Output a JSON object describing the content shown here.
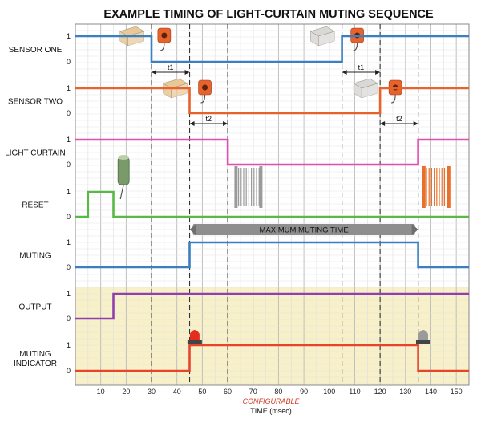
{
  "title": "EXAMPLE TIMING OF LIGHT-CURTAIN MUTING SEQUENCE",
  "chart_data": {
    "type": "line",
    "xlim": [
      0,
      155
    ],
    "x_ticks": [
      10,
      20,
      30,
      40,
      50,
      60,
      70,
      80,
      90,
      100,
      110,
      120,
      130,
      140,
      150
    ],
    "x_major_grid": 10,
    "x_minor_grid": 5,
    "xlabel_configurable": "CONFIGURABLE",
    "xlabel": "TIME (msec)",
    "level_labels": [
      "1",
      "0"
    ],
    "highlight_region": {
      "from_row": "output",
      "color": "#f7f0c8"
    },
    "guides": [
      30,
      45,
      60,
      105,
      120,
      135
    ],
    "signals": [
      {
        "id": "sensor_one",
        "name": "SENSOR ONE",
        "color": "#3a7fc1",
        "points": [
          [
            0,
            1
          ],
          [
            30,
            1
          ],
          [
            30,
            0
          ],
          [
            105,
            0
          ],
          [
            105,
            1
          ],
          [
            155,
            1
          ]
        ]
      },
      {
        "id": "sensor_two",
        "name": "SENSOR TWO",
        "color": "#e8622c",
        "points": [
          [
            0,
            1
          ],
          [
            45,
            1
          ],
          [
            45,
            0
          ],
          [
            120,
            0
          ],
          [
            120,
            1
          ],
          [
            155,
            1
          ]
        ]
      },
      {
        "id": "light_curtain",
        "name": "LIGHT CURTAIN",
        "color": "#e04fb0",
        "points": [
          [
            0,
            1
          ],
          [
            60,
            1
          ],
          [
            60,
            0
          ],
          [
            135,
            0
          ],
          [
            135,
            1
          ],
          [
            155,
            1
          ]
        ]
      },
      {
        "id": "reset",
        "name": "RESET",
        "color": "#58b947",
        "points": [
          [
            0,
            0
          ],
          [
            5,
            0
          ],
          [
            5,
            1
          ],
          [
            15,
            1
          ],
          [
            15,
            0
          ],
          [
            155,
            0
          ]
        ]
      },
      {
        "id": "muting",
        "name": "MUTING",
        "color": "#3a7fc1",
        "points": [
          [
            0,
            0
          ],
          [
            45,
            0
          ],
          [
            45,
            1
          ],
          [
            135,
            1
          ],
          [
            135,
            0
          ],
          [
            155,
            0
          ]
        ]
      },
      {
        "id": "output",
        "name": "OUTPUT",
        "color": "#8f3fae",
        "points": [
          [
            0,
            0
          ],
          [
            15,
            0
          ],
          [
            15,
            1
          ],
          [
            155,
            1
          ]
        ]
      },
      {
        "id": "muting_indicator",
        "name": "MUTING\nINDICATOR",
        "color": "#e5452f",
        "points": [
          [
            0,
            0
          ],
          [
            45,
            0
          ],
          [
            45,
            1
          ],
          [
            135,
            1
          ],
          [
            135,
            0
          ],
          [
            155,
            0
          ]
        ]
      }
    ],
    "intervals": [
      {
        "label": "t1",
        "from": 30,
        "to": 45,
        "row": "sensor_one"
      },
      {
        "label": "t1",
        "from": 105,
        "to": 120,
        "row": "sensor_one"
      },
      {
        "label": "t2",
        "from": 45,
        "to": 60,
        "row": "sensor_two"
      },
      {
        "label": "t2",
        "from": 120,
        "to": 135,
        "row": "sensor_two"
      }
    ],
    "banner": {
      "label": "MAXIMUM MUTING TIME",
      "from": 45,
      "to": 135,
      "row": "muting"
    }
  },
  "illustrations": [
    {
      "id": "box-1",
      "kind": "package",
      "color": "#e8c896",
      "x": 22,
      "row": "sensor_one"
    },
    {
      "id": "sensor-1a",
      "kind": "sensor",
      "color": "#e8622c",
      "x": 35,
      "row": "sensor_one"
    },
    {
      "id": "box-2",
      "kind": "package",
      "color": "#d8d8d8",
      "x": 97,
      "row": "sensor_one"
    },
    {
      "id": "sensor-1b",
      "kind": "sensor",
      "color": "#e8622c",
      "x": 111,
      "row": "sensor_one"
    },
    {
      "id": "box-3",
      "kind": "package",
      "color": "#e8c896",
      "x": 39,
      "row": "sensor_two"
    },
    {
      "id": "sensor-2a",
      "kind": "sensor",
      "color": "#e8622c",
      "x": 51,
      "row": "sensor_two"
    },
    {
      "id": "box-4",
      "kind": "package",
      "color": "#d8d8d8",
      "x": 114,
      "row": "sensor_two"
    },
    {
      "id": "sensor-2b",
      "kind": "sensor",
      "color": "#e8622c",
      "x": 126,
      "row": "sensor_two"
    },
    {
      "id": "curtain-grey",
      "kind": "curtain",
      "color": "#9a9a9a",
      "x": 68,
      "row": "reset"
    },
    {
      "id": "curtain-red",
      "kind": "curtain",
      "color": "#e8702c",
      "x": 142,
      "row": "reset"
    },
    {
      "id": "reset-switch",
      "kind": "switch",
      "color": "#7a9a6a",
      "x": 19,
      "row": "reset"
    },
    {
      "id": "beacon-red",
      "kind": "beacon",
      "color": "#e52d1f",
      "x": 47,
      "row": "muting_indicator"
    },
    {
      "id": "beacon-grey",
      "kind": "beacon",
      "color": "#9a9a9a",
      "x": 137,
      "row": "muting_indicator"
    }
  ]
}
